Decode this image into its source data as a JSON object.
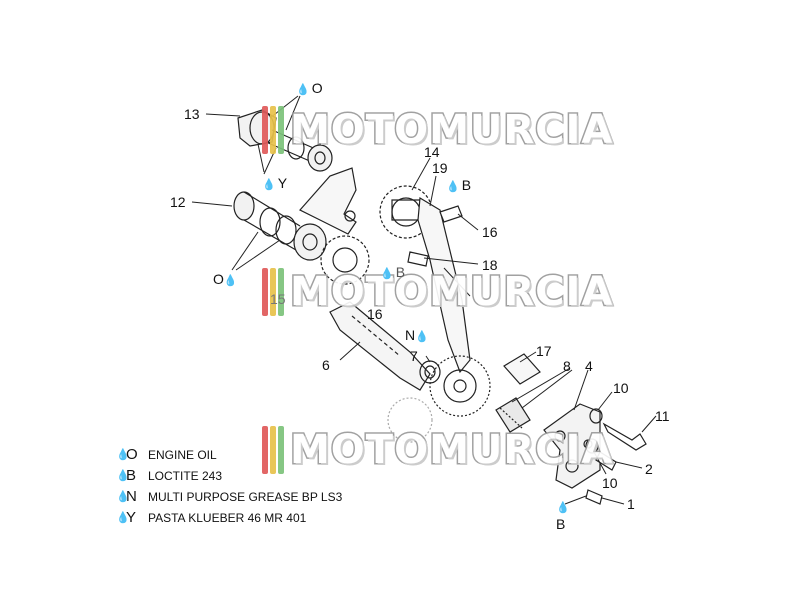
{
  "watermark": {
    "text": "MOTOMURCIA",
    "bar_colors": [
      "#e05a5a",
      "#e8c24a",
      "#7cc37a"
    ]
  },
  "callouts": {
    "c13": "13",
    "c12": "12",
    "c14": "14",
    "c19": "19",
    "c16a": "16",
    "c18": "18",
    "c15": "15",
    "c16b": "16",
    "c6": "6",
    "c7": "7",
    "c17": "17",
    "c8": "8",
    "c4": "4",
    "c10a": "10",
    "c11": "11",
    "c10b": "10",
    "c2": "2",
    "c1": "1",
    "lub_O_top": "O",
    "lub_Y": "Y",
    "lub_O_left": "O",
    "lub_B_top": "B",
    "lub_B_mid": "B",
    "lub_N": "N",
    "lub_B_bottom": "B"
  },
  "drop_symbol": "💧",
  "legend": [
    {
      "code": "O",
      "text": "ENGINE OIL"
    },
    {
      "code": "B",
      "text": "LOCTITE 243"
    },
    {
      "code": "N",
      "text": "MULTI PURPOSE GREASE BP LS3"
    },
    {
      "code": "Y",
      "text": "PASTA KLUEBER 46 MR 401"
    }
  ]
}
